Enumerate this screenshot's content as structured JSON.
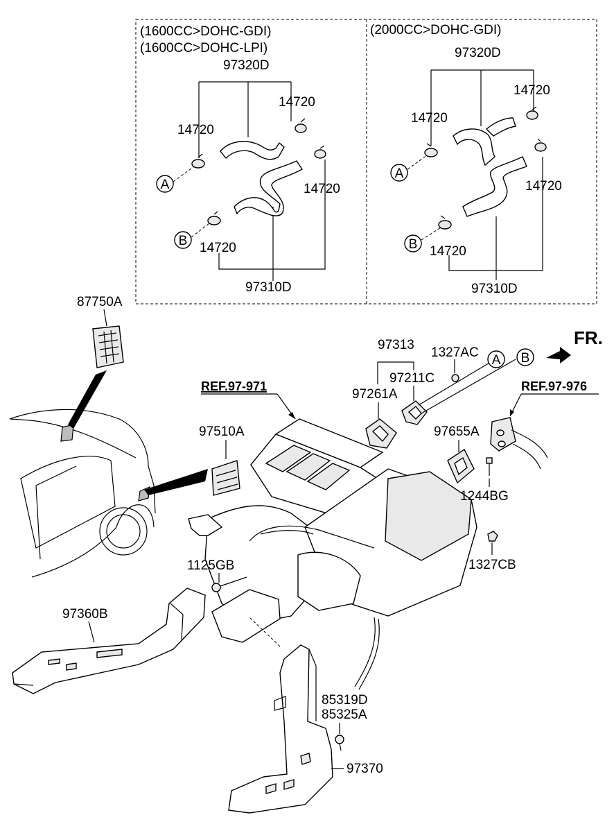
{
  "insets": {
    "left": {
      "engine_line1": "(1600CC>DOHC-GDI)",
      "engine_line2": "(1600CC>DOHC-LPI)",
      "hose_upper": "97320D",
      "hose_lower": "97310D",
      "clamp_1": "14720",
      "clamp_2": "14720",
      "clamp_3": "14720",
      "clamp_4": "14720",
      "marker_a": "A",
      "marker_b": "B"
    },
    "right": {
      "engine_line1": "(2000CC>DOHC-GDI)",
      "hose_upper": "97320D",
      "hose_lower": "97310D",
      "clamp_1": "14720",
      "clamp_2": "14720",
      "clamp_3": "14720",
      "clamp_4": "14720",
      "marker_a": "A",
      "marker_b": "B"
    }
  },
  "main": {
    "direction": "FR.",
    "ref_left": "REF.97-971",
    "ref_right": "REF.97-976",
    "parts": {
      "p87750A": "87750A",
      "p97313": "97313",
      "p1327AC": "1327AC",
      "p97211C": "97211C",
      "p97261A": "97261A",
      "p97510A": "97510A",
      "p97655A": "97655A",
      "p1244BG": "1244BG",
      "p1327CB": "1327CB",
      "p1125GB": "1125GB",
      "p97360B": "97360B",
      "p85319D": "85319D",
      "p85325A": "85325A",
      "p97370": "97370"
    },
    "marker_a": "A",
    "marker_b": "B"
  }
}
